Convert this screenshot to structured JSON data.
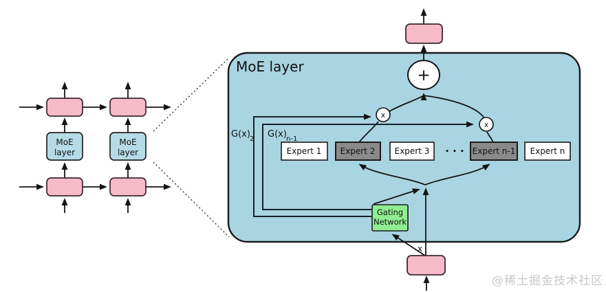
{
  "left_panel": {
    "moe_label_line1": "MoE",
    "moe_label_line2": "layer"
  },
  "moe_detail": {
    "title": "MoE layer",
    "gate_weight_left": {
      "base": "G(x)",
      "sub": "2"
    },
    "gate_weight_right": {
      "base": "G(x)",
      "sub": "n-1"
    },
    "experts": [
      {
        "label": "Expert 1",
        "active": false
      },
      {
        "label": "Expert 2",
        "active": true
      },
      {
        "label": "Expert 3",
        "active": false
      },
      {
        "label": "Expert n-1",
        "active": true
      },
      {
        "label": "Expert n",
        "active": false
      }
    ],
    "ellipsis": "· · ·",
    "gating": {
      "line1": "Gating",
      "line2": "Network"
    },
    "sum_symbol": "+",
    "multiply_symbol": "x",
    "input_label": "x"
  },
  "watermark": "@稀土掘金技术社区",
  "colors": {
    "panel_blue": "#a9d4e2",
    "small_moe_blue": "#b6dbe6",
    "cell_pink": "#f7bac8",
    "expert_white": "#ffffff",
    "expert_active_gray": "#8a8a8a",
    "gating_green": "#90ee90",
    "node_white": "#ffffff"
  }
}
